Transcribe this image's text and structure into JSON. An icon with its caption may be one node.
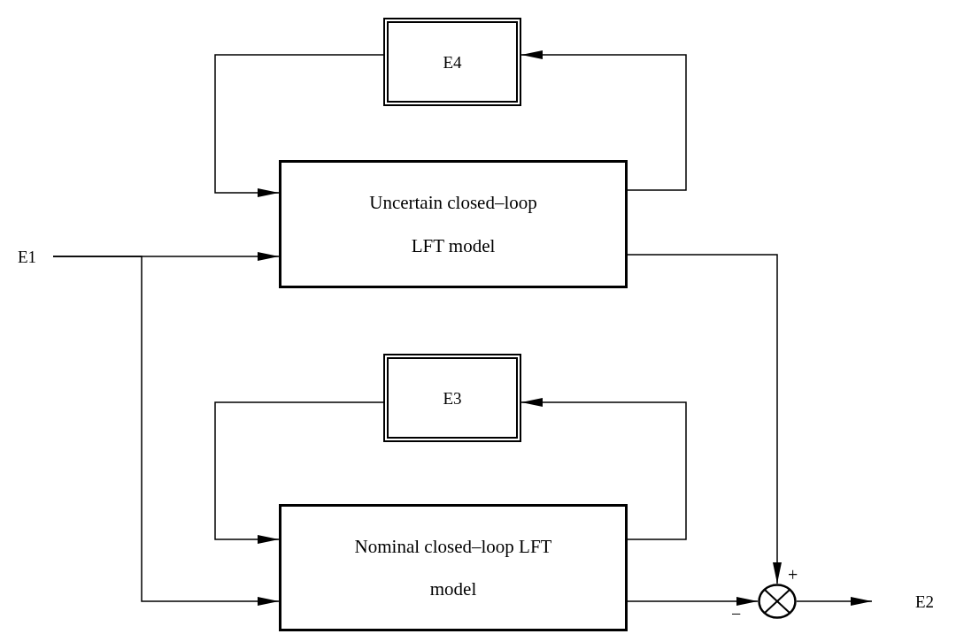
{
  "diagram": {
    "nodes": [
      {
        "text": [
          "E1"
        ]
      },
      {
        "text": [
          "E4"
        ]
      },
      {
        "text": [
          "Uncertain closed–loop LFT model"
        ]
      },
      {
        "text": [
          "E3"
        ]
      },
      {
        "text": [
          "Nominal closed–loop LFT model"
        ]
      },
      {
        "text": [],
        "shape": "circle"
      },
      {
        "text": [
          "E2"
        ]
      }
    ],
    "edges": [
      {
        "from": 0,
        "to": 2,
        "arrow": "to"
      },
      {
        "from": 0,
        "to": 4,
        "arrow": "to"
      },
      {
        "from": 2,
        "to": 1,
        "arrow": "to"
      },
      {
        "from": 1,
        "to": 2,
        "arrow": "to"
      },
      {
        "from": 4,
        "to": 3,
        "arrow": "to"
      },
      {
        "from": 3,
        "to": 4,
        "arrow": "to"
      },
      {
        "from": 2,
        "to": 5,
        "arrow": "to"
      },
      {
        "from": 4,
        "to": 5,
        "arrow": "to"
      },
      {
        "from": 5,
        "to": 6,
        "arrow": "to"
      }
    ],
    "labels": [
      "+",
      "−"
    ]
  }
}
